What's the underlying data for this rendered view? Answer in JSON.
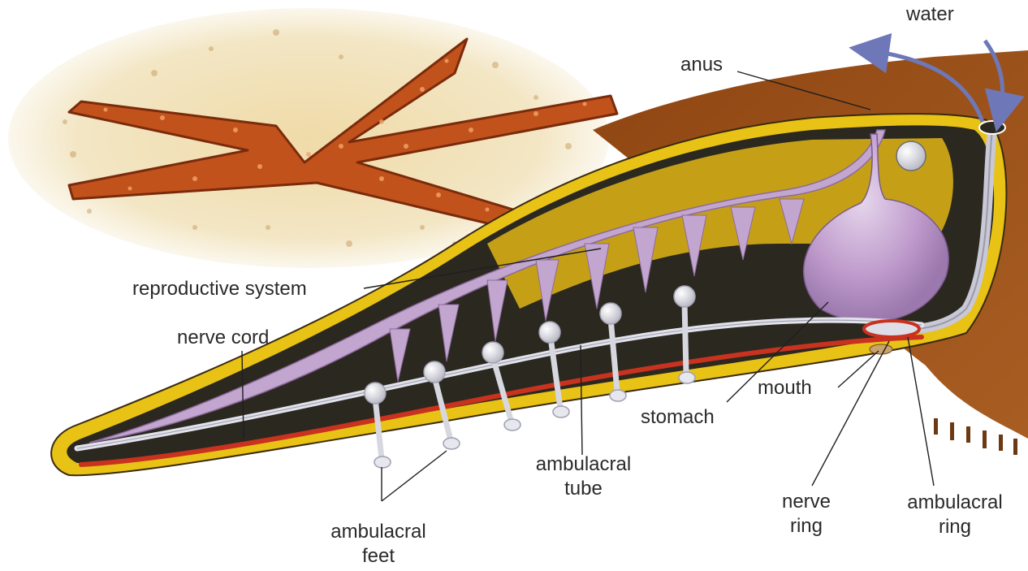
{
  "labels": {
    "water": "water",
    "anus": "anus",
    "reproductive_system": "reproductive system",
    "nerve_cord": "nerve cord",
    "mouth": "mouth",
    "stomach": "stomach",
    "ambulacral_tube": {
      "line1": "ambulacral",
      "line2": "tube"
    },
    "nerve_ring": {
      "line1": "nerve",
      "line2": "ring"
    },
    "ambulacral_ring": {
      "line1": "ambulacral",
      "line2": "ring"
    },
    "ambulacral_feet": {
      "line1": "ambulacral",
      "line2": "feet"
    }
  },
  "colors": {
    "starfish": "#c2521c",
    "sand": "#efdcae",
    "body_wall": "#9a4e1a",
    "yellow_layer": "#e8c214",
    "cavity": "#2b2820",
    "lilac_organs": "#c3a6cf",
    "nerve_red": "#c8321e",
    "water_arrow": "#6e78b8"
  }
}
